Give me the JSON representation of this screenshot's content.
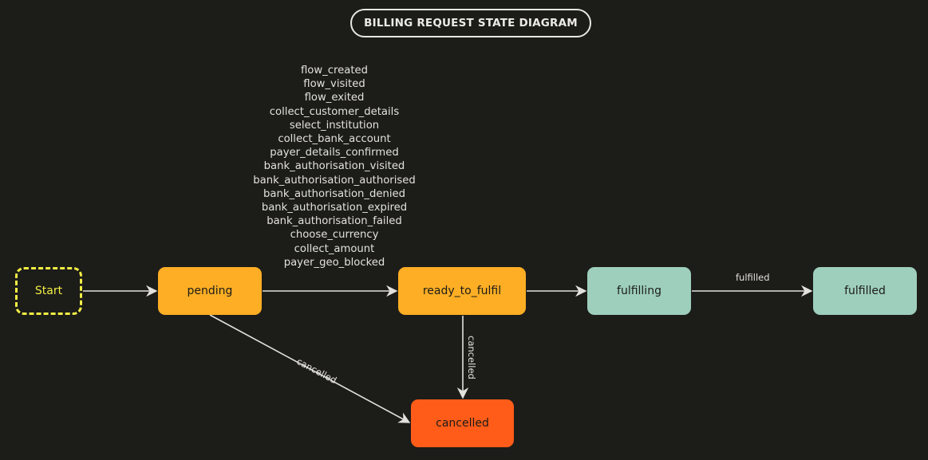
{
  "title": "BILLING REQUEST STATE DIAGRAM",
  "colors": {
    "background": "#1c1c19",
    "pending": "#fdae24",
    "fulfilling": "#9ecfbc",
    "cancelled": "#fe5c18",
    "start": "#f1ee45",
    "edge": "#e3e1dc"
  },
  "nodes": {
    "start": "Start",
    "pending": "pending",
    "ready_to_fulfil": "ready_to_fulfil",
    "fulfilling": "fulfilling",
    "fulfilled": "fulfilled",
    "cancelled": "cancelled"
  },
  "edges": {
    "pending_to_ready_events": [
      "flow_created",
      "flow_visited",
      "flow_exited",
      "collect_customer_details",
      "select_institution",
      "collect_bank_account",
      "payer_details_confirmed",
      "bank_authorisation_visited",
      "bank_authorisation_authorised",
      "bank_authorisation_denied",
      "bank_authorisation_expired",
      "bank_authorisation_failed",
      "choose_currency",
      "collect_amount",
      "payer_geo_blocked"
    ],
    "fulfilling_to_fulfilled": "fulfilled",
    "pending_to_cancelled": "cancelled",
    "ready_to_cancelled": "cancelled"
  }
}
